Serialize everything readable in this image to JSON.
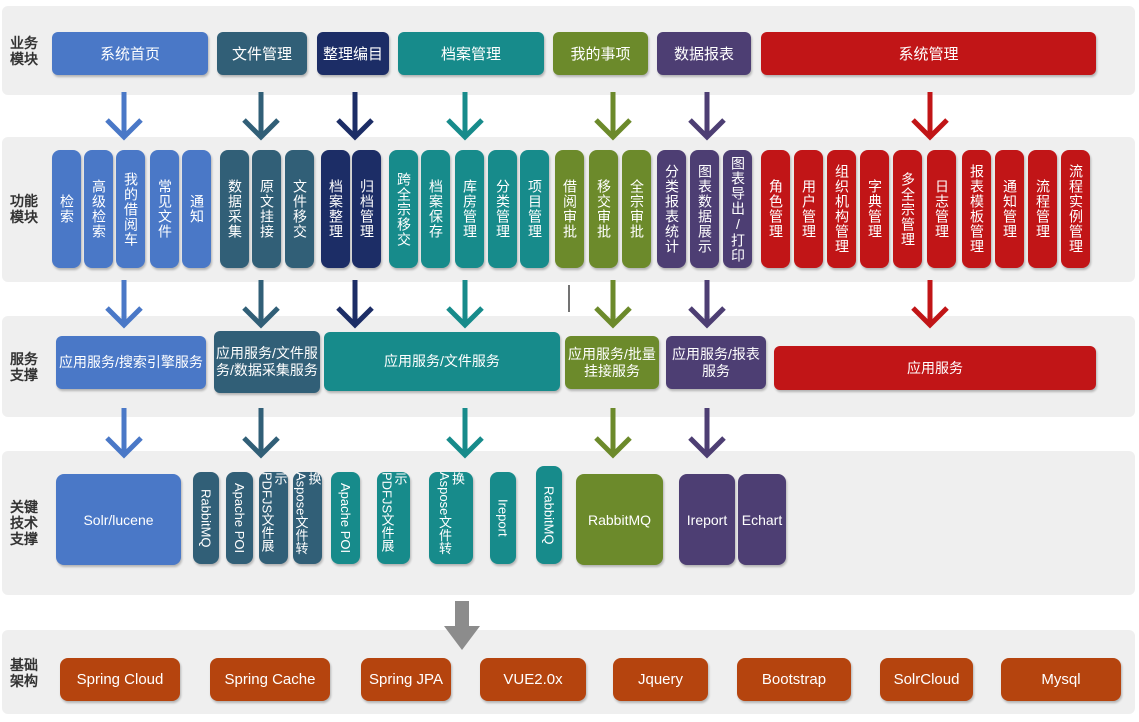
{
  "rows": {
    "business": "业务模块",
    "function": "功能模块",
    "service": "服务支撑",
    "tech": "关键技术支撑",
    "base": "基础架构"
  },
  "modules": [
    "系统首页",
    "文件管理",
    "整理编目",
    "档案管理",
    "我的事项",
    "数据报表",
    "系统管理"
  ],
  "functions": [
    "检索",
    "高级检索",
    "我的借阅车",
    "常见文件",
    "通知",
    "数据采集",
    "原文挂接",
    "文件移交",
    "档案整理",
    "归档管理",
    "跨全宗移交",
    "档案保存",
    "库房管理",
    "分类管理",
    "项目管理",
    "借阅审批",
    "移交审批",
    "全宗审批",
    "分类报表统计",
    "图表数据展示",
    "图表导出/打印",
    "角色管理",
    "用户管理",
    "组织机构管理",
    "字典管理",
    "多全宗管理",
    "日志管理",
    "报表模板管理",
    "通知管理",
    "流程管理",
    "流程实例管理"
  ],
  "services": [
    "应用服务/搜索引擎服务",
    "应用服务/文件服务/数据采集服务",
    "应用服务/文件服务",
    "应用服务/批量挂接服务",
    "应用服务/报表服务",
    "应用服务"
  ],
  "tech": [
    "Solr/lucene",
    "RabbitMQ",
    "Apache POI",
    "PDFJS文件展示",
    "Aspose文件转换",
    "Apache POI",
    "PDFJS文件展示",
    "Aspose文件转换",
    "Ireport",
    "RabbitMQ",
    "RabbitMQ",
    "Ireport",
    "Echart"
  ],
  "base": [
    "Spring Cloud",
    "Spring Cache",
    "Spring JPA",
    "VUE2.0x",
    "Jquery",
    "Bootstrap",
    "SolrCloud",
    "Mysql"
  ],
  "colors": {
    "blue": "#4a78c7",
    "slate": "#315f77",
    "navy": "#1c2d66",
    "teal": "#178b8b",
    "olive": "#6c8a2b",
    "purple": "#4d3e73",
    "red": "#c11517",
    "base": "#b5440e",
    "gray_arrow": "#8c8c8c"
  }
}
